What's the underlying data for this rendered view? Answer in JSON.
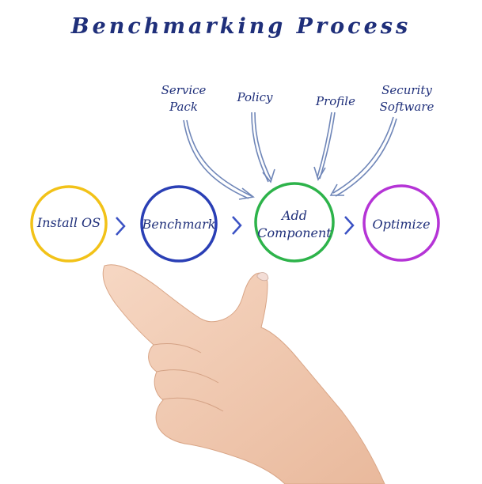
{
  "title": "Benchmarking Process",
  "steps": [
    {
      "label": "Install OS",
      "color": "#f2c218"
    },
    {
      "label": "Benchmark",
      "color": "#2a3fb5"
    },
    {
      "label": "Add\nComponent",
      "color": "#2db34a"
    },
    {
      "label": "Optimize",
      "color": "#b534d6"
    }
  ],
  "inputs": [
    {
      "label": "Service\nPack"
    },
    {
      "label": "Policy"
    },
    {
      "label": "Profile"
    },
    {
      "label": "Security\nSoftware"
    }
  ],
  "colors": {
    "text": "#1f2f7a",
    "arrow": "#6f86b8",
    "chevron": "#3b52c4"
  }
}
